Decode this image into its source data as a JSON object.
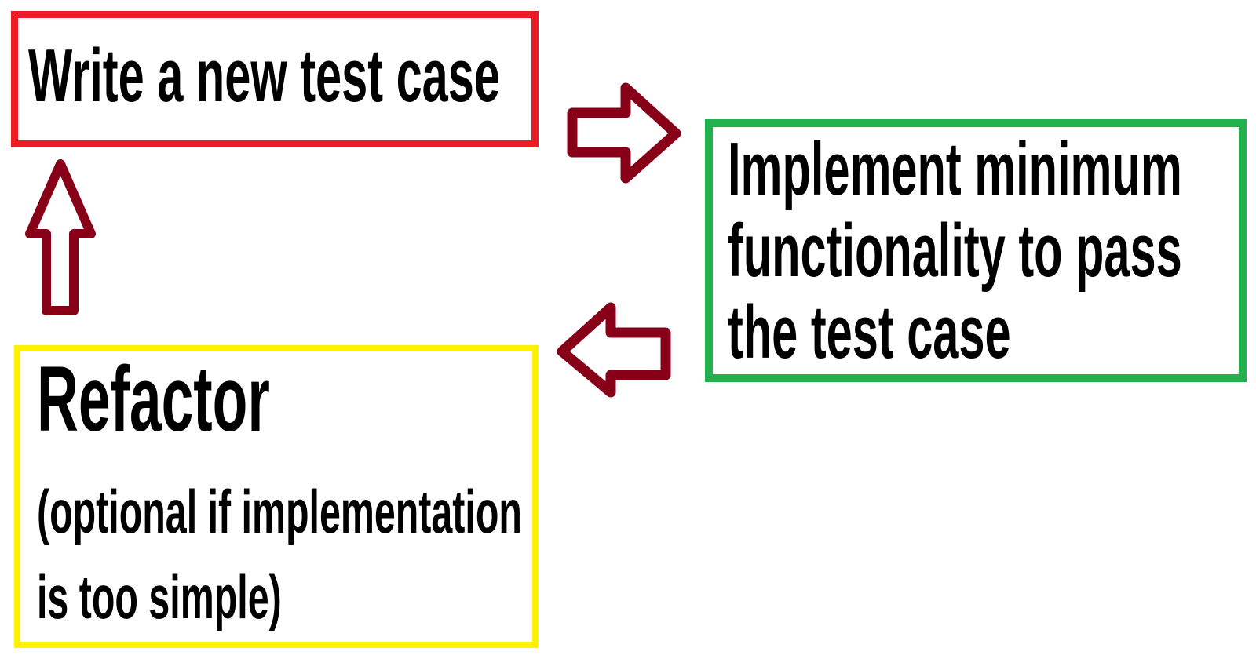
{
  "diagram": {
    "background_color": "#ffffff",
    "arrow_color": "#880018",
    "boxes": {
      "write_test": {
        "label": "Write a new test case",
        "border_color": "#ED1C24"
      },
      "implement": {
        "line1": "Implement minimum",
        "line2": "functionality to pass",
        "line3": "the test case",
        "border_color": "#22B14C"
      },
      "refactor": {
        "title": "Refactor",
        "note_line1": "(optional if implementation",
        "note_line2": "is too simple)",
        "border_color": "#FFF200"
      }
    },
    "arrows": {
      "right": {
        "direction": "right",
        "connects": "write_test to implement",
        "color": "#880018"
      },
      "left": {
        "direction": "left",
        "connects": "implement to refactor",
        "color": "#880018"
      },
      "up": {
        "direction": "up",
        "connects": "refactor to write_test",
        "color": "#880018"
      }
    }
  }
}
